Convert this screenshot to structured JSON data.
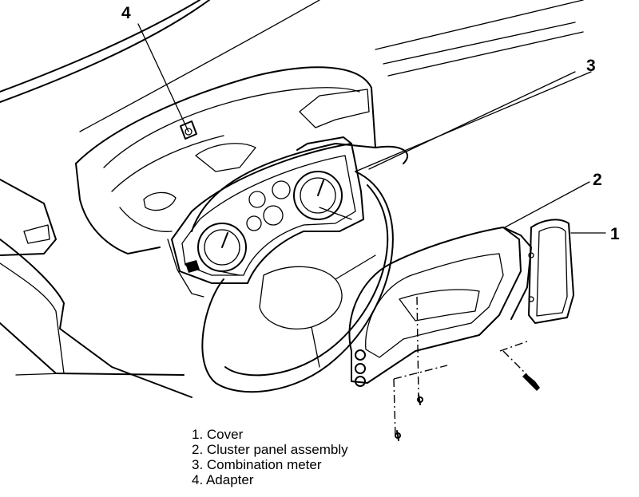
{
  "diagram": {
    "callouts": [
      {
        "id": "callout-1",
        "text": "1"
      },
      {
        "id": "callout-2",
        "text": "2"
      },
      {
        "id": "callout-3",
        "text": "3"
      },
      {
        "id": "callout-4",
        "text": "4"
      }
    ],
    "legend": [
      {
        "text": "1. Cover"
      },
      {
        "text": "2. Cluster panel assembly"
      },
      {
        "text": "3. Combination meter"
      },
      {
        "text": "4. Adapter"
      }
    ]
  }
}
